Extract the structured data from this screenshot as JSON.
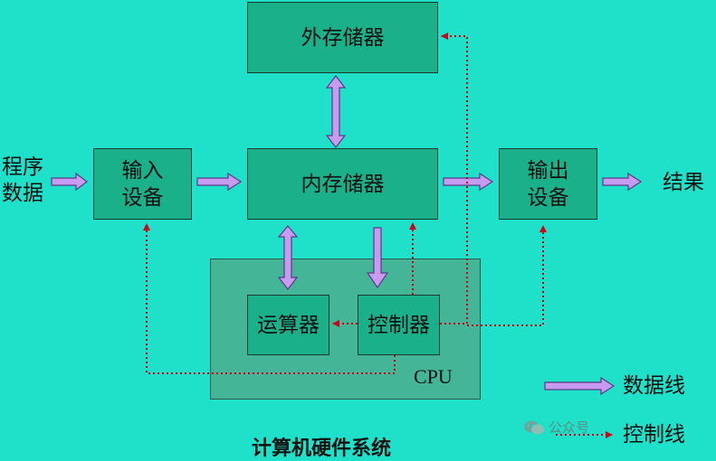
{
  "boxes": {
    "external_storage": "外存储器",
    "main_memory": "内存储器",
    "input_device_line1": "输入",
    "input_device_line2": "设备",
    "output_device_line1": "输出",
    "output_device_line2": "设备",
    "alu": "运算器",
    "controller": "控制器"
  },
  "labels": {
    "program_line1": "程序",
    "program_line2": "数据",
    "result": "结果",
    "cpu": "CPU"
  },
  "legend": {
    "data_line": "数据线",
    "control_line": "控制线"
  },
  "caption": "计算机硬件系统",
  "watermark": "公众号",
  "colors": {
    "background": "#1fe0c8",
    "box_fill": "#19b08a",
    "cpu_fill": "#45b598",
    "data_arrow": "#c99bf0",
    "control_line": "#d0001a"
  }
}
